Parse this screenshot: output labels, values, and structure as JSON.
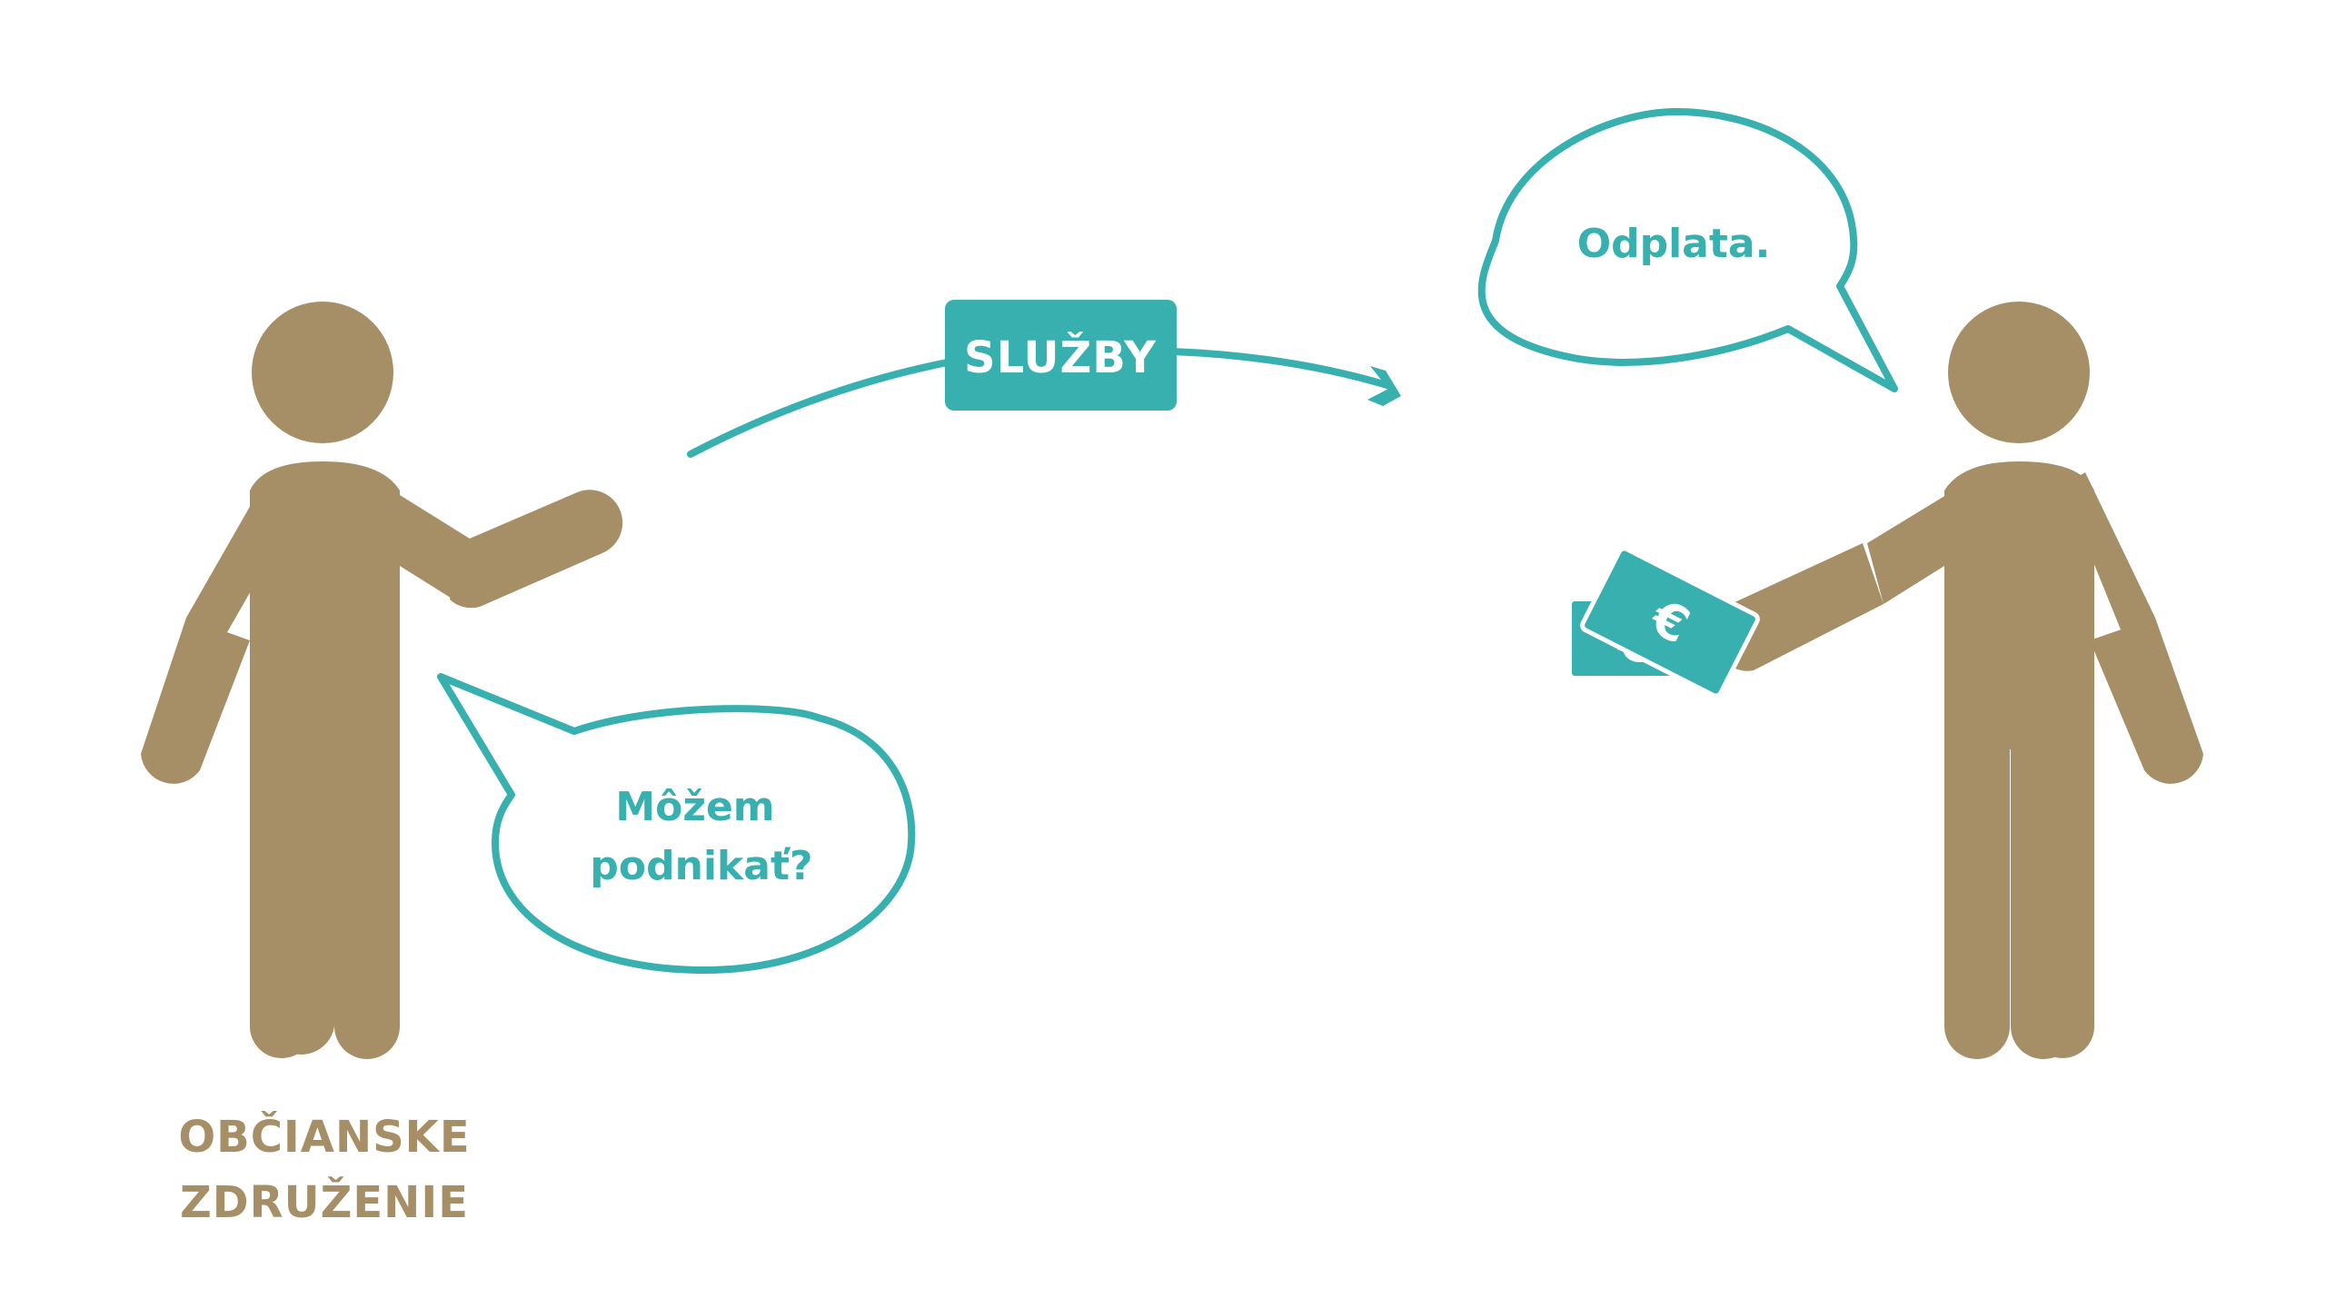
{
  "colors": {
    "person": "#a68f66",
    "accent": "#38b0af",
    "white": "#ffffff",
    "background": "#ffffff"
  },
  "left_person": {
    "bubble_line1": "Môžem",
    "bubble_line2": "podnikať?",
    "label_line1": "OBČIANSKE",
    "label_line2": "ZDRUŽENIE"
  },
  "services_tag": {
    "label": "SLUŽBY"
  },
  "right_person": {
    "bubble_text": "Odplata."
  },
  "money": {
    "symbol": "€"
  },
  "icons": [
    "person-icon",
    "speech-bubble-icon",
    "arrow-icon",
    "banknote-icon"
  ]
}
